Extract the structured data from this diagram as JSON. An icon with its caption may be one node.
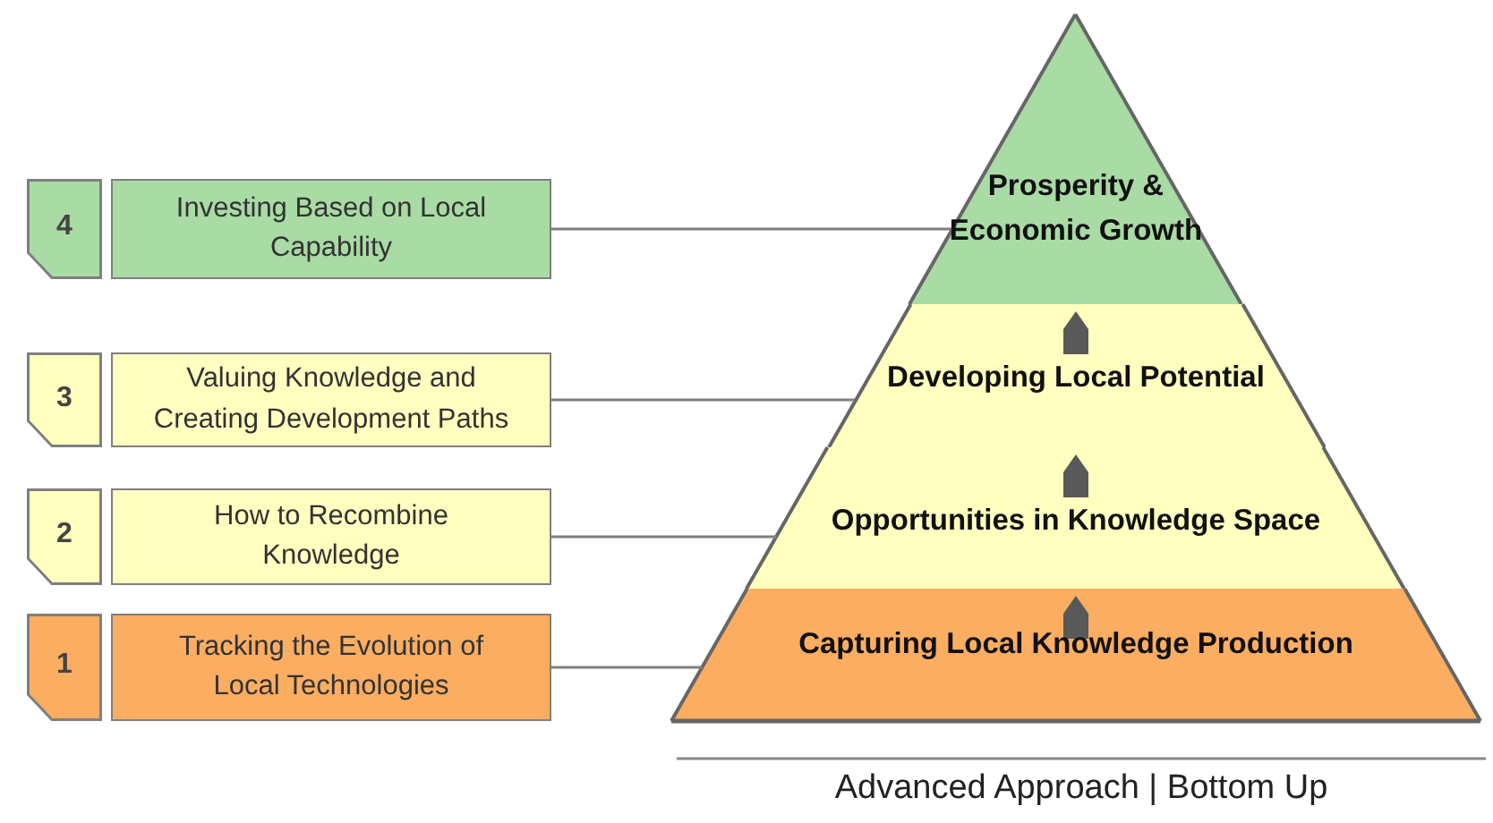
{
  "diagram": {
    "nodes": [
      {
        "text": [
          "4"
        ]
      },
      {
        "text": [
          "Investing Based on Local Capability"
        ]
      },
      {
        "text": [
          "3"
        ]
      },
      {
        "text": [
          "Valuing Knowledge and Creating Development Paths"
        ]
      },
      {
        "text": [
          "2"
        ]
      },
      {
        "text": [
          "How to Recombine Knowledge"
        ]
      },
      {
        "text": [
          "1"
        ]
      },
      {
        "text": [
          "Tracking the Evolution of Local Technologies"
        ]
      },
      {
        "text": [
          "Prosperity & Economic Growth"
        ]
      },
      {
        "text": [
          "Developing Local Potential"
        ]
      },
      {
        "text": [
          "Opportunities in Knowledge Space"
        ]
      },
      {
        "text": [
          "Capturing Local Knowledge Production"
        ]
      }
    ],
    "edges": [
      {
        "from": 1,
        "to": 8,
        "arrow": "none"
      },
      {
        "from": 3,
        "to": 9,
        "arrow": "none"
      },
      {
        "from": 5,
        "to": 10,
        "arrow": "none"
      },
      {
        "from": 7,
        "to": 11,
        "arrow": "none"
      },
      {
        "from": 11,
        "to": 10,
        "arrow": "to"
      },
      {
        "from": 10,
        "to": 9,
        "arrow": "to"
      },
      {
        "from": 9,
        "to": 8,
        "arrow": "to"
      }
    ],
    "labels": [
      "Advanced Approach | Bottom Up"
    ]
  }
}
